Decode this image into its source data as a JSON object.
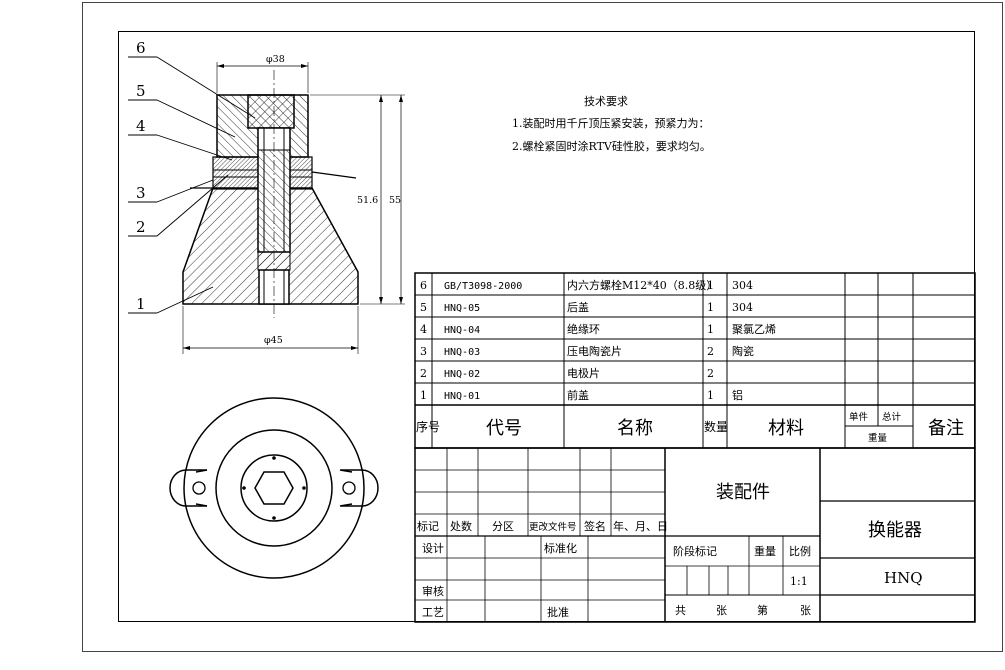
{
  "leaders": [
    "6",
    "5",
    "4",
    "3",
    "2",
    "1"
  ],
  "dimensions": {
    "top_width": "φ38",
    "bottom_width": "φ45",
    "height_inner": "51.6",
    "height_outer": "55"
  },
  "tech_requirements": {
    "title": "技术要求",
    "line1": "1.装配时用千斤顶压紧安装，预紧力为：",
    "line2": "2.螺栓紧固时涂RTV硅性胶，要求均匀。"
  },
  "parts": [
    {
      "no": "6",
      "code": "GB/T3098-2000",
      "name": "内六方螺栓M12*40（8.8级）",
      "qty": "1",
      "material": "304"
    },
    {
      "no": "5",
      "code": "HNQ-05",
      "name": "后盖",
      "qty": "1",
      "material": "304"
    },
    {
      "no": "4",
      "code": "HNQ-04",
      "name": "绝缘环",
      "qty": "1",
      "material": "聚氯乙烯"
    },
    {
      "no": "3",
      "code": "HNQ-03",
      "name": "压电陶瓷片",
      "qty": "2",
      "material": "陶瓷"
    },
    {
      "no": "2",
      "code": "HNQ-02",
      "name": "电极片",
      "qty": "2",
      "material": ""
    },
    {
      "no": "1",
      "code": "HNQ-01",
      "name": "前盖",
      "qty": "1",
      "material": "铝"
    }
  ],
  "header": {
    "no": "序号",
    "code": "代号",
    "name": "名称",
    "qty": "数量",
    "material": "材料",
    "unit": "单件",
    "total": "总计",
    "weight": "重量",
    "remark": "备注"
  },
  "title_block": {
    "mark": "标记",
    "count": "处数",
    "zone": "分区",
    "doc": "更改文件号",
    "sign": "签名",
    "date": "年、月、日",
    "design": "设计",
    "standard": "标准化",
    "review": "审核",
    "process": "工艺",
    "approve": "批准",
    "assembly": "装配件",
    "stage": "阶段标记",
    "weight": "重量",
    "scale": "比例",
    "scale_value": "1:1",
    "total_sheets": "共",
    "sheet_unit": "张",
    "sheet_no": "第",
    "sheet_unit2": "张",
    "product_name": "换能器",
    "product_code": "HNQ"
  }
}
